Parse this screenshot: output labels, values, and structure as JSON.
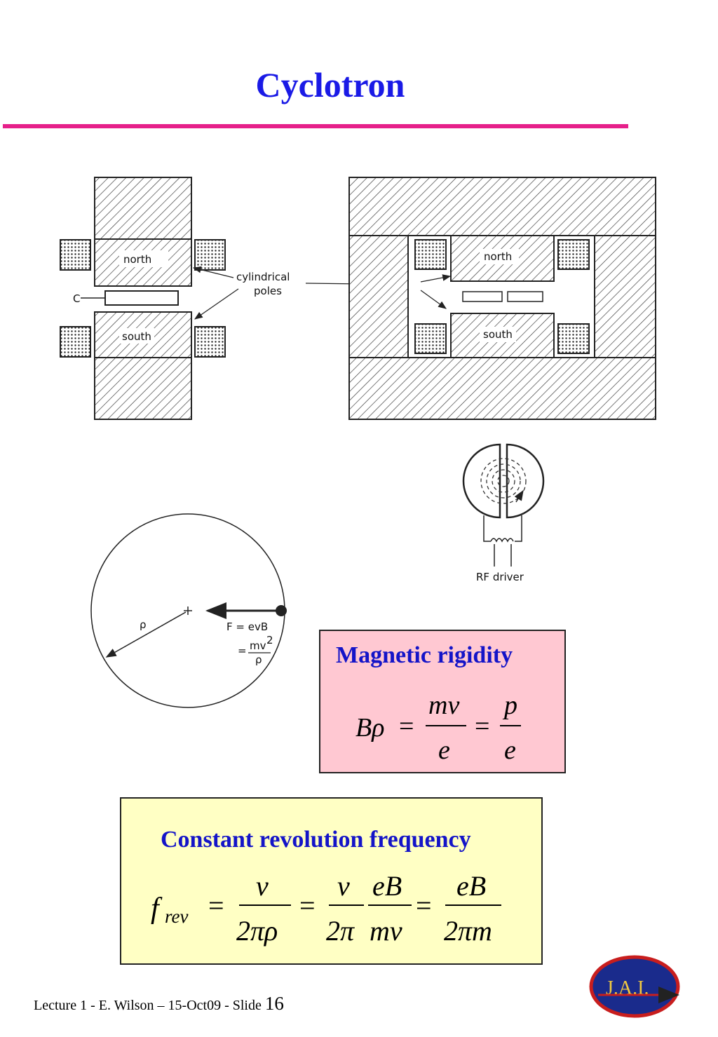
{
  "slide": {
    "title": "Cyclotron",
    "footer_text": "Lecture 1 - E. Wilson – 15-Oct09 - Slide ",
    "slide_number": "16",
    "logo_text": "J.A.I."
  },
  "figure": {
    "label_north": "north",
    "label_south": "south",
    "label_cyl_1": "cylindrical",
    "label_cyl_2": "poles",
    "label_c": "C",
    "label_rf": "RF driver",
    "label_rho": "ρ",
    "label_force": "F = evB",
    "label_eq": "=",
    "label_mv2": "mv",
    "label_sq": "2",
    "label_rho2": "ρ"
  },
  "rigidity": {
    "title": "Magnetic rigidity",
    "lhs": "Bρ",
    "eq": "=",
    "num1": "mv",
    "den1": "e",
    "num2": "p",
    "den2": "e"
  },
  "frequency": {
    "title": "Constant revolution frequency",
    "f": "f",
    "sub": "rev",
    "eq": "=",
    "n1": "v",
    "d1": "2πρ",
    "n2a": "v",
    "d2a": "2π",
    "n2b": "eB",
    "d2b": "mv",
    "n3": "eB",
    "d3": "2πm"
  },
  "colors": {
    "title": "#1a1ae6",
    "rule": "#e6208a",
    "rigidity_bg": "#ffc8d2",
    "frequency_bg": "#ffffc4",
    "box_title": "#1414c8"
  }
}
